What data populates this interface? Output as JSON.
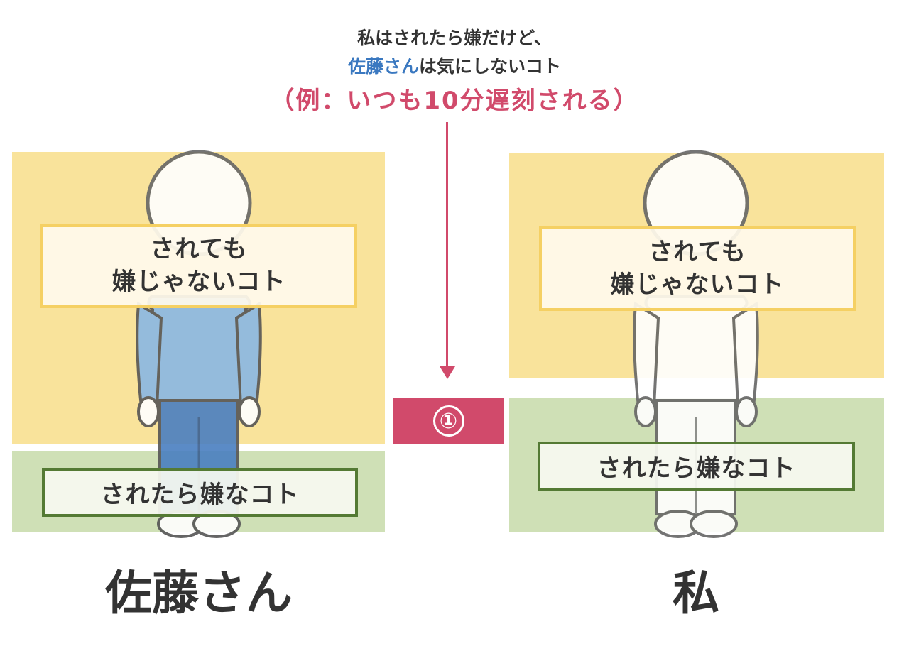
{
  "caption": {
    "line1": "私はされたら嫌だけど、",
    "line2_highlight": "佐藤さん",
    "line2_rest": "は気にしないコト",
    "line3": "（例：いつも10分遅刻される）"
  },
  "badge": "①",
  "left_panel": {
    "top_label_line1": "されても",
    "top_label_line2": "嫌じゃないコト",
    "bottom_label": "されたら嫌なコト",
    "name": "佐藤さん"
  },
  "right_panel": {
    "top_label_line1": "されても",
    "top_label_line2": "嫌じゃないコト",
    "bottom_label": "されたら嫌なコト",
    "name": "私"
  },
  "colors": {
    "accent": "#d14a6b",
    "highlight_blue": "#3a78c0",
    "yellow_zone": "#f9e39b",
    "green_zone": "#cfe0b6",
    "yellow_border": "#f5d063",
    "green_border": "#547a34"
  }
}
